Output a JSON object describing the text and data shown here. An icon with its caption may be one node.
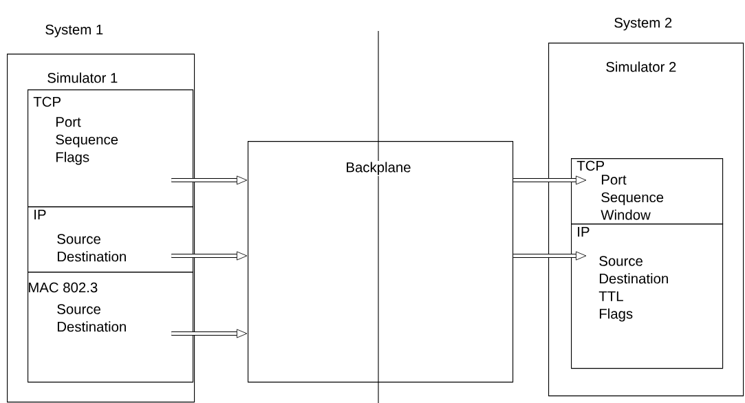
{
  "diagram": {
    "nodes": [
      {
        "text": [
          "System 1",
          "Simulator 1"
        ]
      },
      {
        "text": [
          "TCP",
          "Port Sequence Flags"
        ],
        "in": 0
      },
      {
        "text": [
          "IP",
          "Source Destination"
        ],
        "in": 0
      },
      {
        "text": [
          "MAC 802.3",
          "Source Destination"
        ],
        "in": 0
      },
      {
        "text": [
          "Backplane"
        ]
      },
      {
        "text": [
          "System 2",
          "Simulator 2"
        ]
      },
      {
        "text": [
          "TCP",
          "Port Sequence Window"
        ],
        "in": 5
      },
      {
        "text": [
          "IP",
          "Source Destination TTL Flags"
        ],
        "in": 5
      }
    ],
    "edges": [
      {
        "from": 1,
        "to": 4,
        "arrow": "to"
      },
      {
        "from": 2,
        "to": 4,
        "arrow": "to"
      },
      {
        "from": 3,
        "to": 4,
        "arrow": "to"
      },
      {
        "from": 4,
        "to": 6,
        "arrow": "to"
      },
      {
        "from": 4,
        "to": 7,
        "arrow": "to"
      }
    ]
  }
}
